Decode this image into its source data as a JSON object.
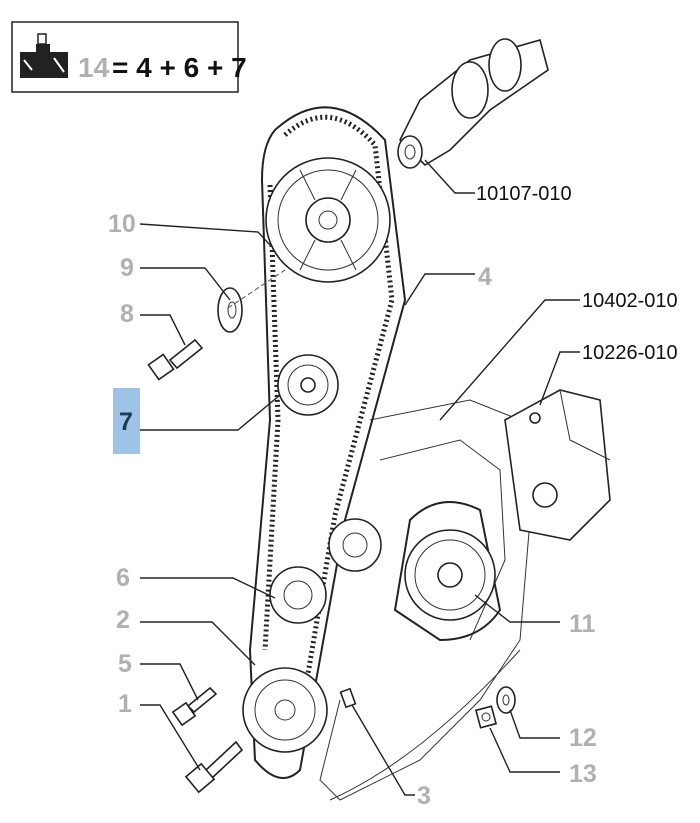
{
  "kit_box": {
    "kit_number": "14",
    "formula": "= 4 + 6 + 7",
    "icon": "kit-icon"
  },
  "callouts": {
    "c10": "10",
    "c9": "9",
    "c8": "8",
    "c7": "7",
    "c6": "6",
    "c2": "2",
    "c5": "5",
    "c1": "1",
    "c4": "4",
    "c11": "11",
    "c12": "12",
    "c13": "13",
    "c3": "3",
    "ref_camshaft": "10107-010",
    "ref_engine": "10402-010",
    "ref_pump": "10226-010"
  },
  "selected_callout": "7",
  "colors": {
    "selected_highlight": "#9dc3e6",
    "grey_label": "#b0b0b0"
  }
}
